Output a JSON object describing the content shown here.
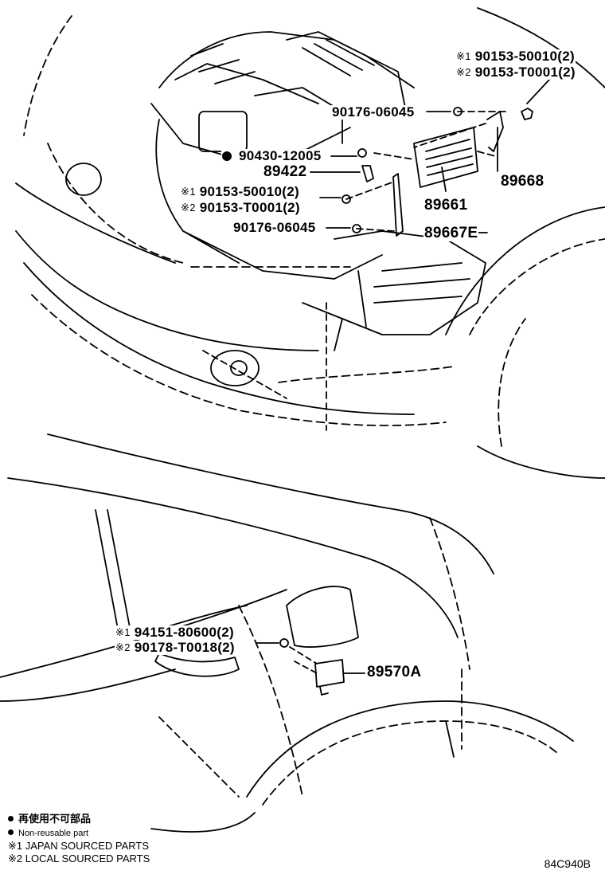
{
  "diagram": {
    "code": "84C940B",
    "labels": {
      "p1_line1": "90153-50010(2)",
      "p1_line2": "90153-T0001(2)",
      "p2": "90176-06045",
      "p3": "90430-12005",
      "p4": "89422",
      "p5": "89668",
      "p6_line1": "90153-50010(2)",
      "p6_line2": "90153-T0001(2)",
      "p7": "89661",
      "p8": "90176-06045",
      "p9": "89667E",
      "p10_line1": "94151-80600(2)",
      "p10_line2": "90178-T0018(2)",
      "p11": "89570A"
    },
    "marks": {
      "m1": "※1",
      "m2": "※2"
    },
    "legend": {
      "non_reusable_jp": "再使用不可部品",
      "non_reusable_en": "Non-reusable part",
      "japan": "※1 JAPAN SOURCED PARTS",
      "local": "※2 LOCAL SOURCED PARTS"
    }
  }
}
